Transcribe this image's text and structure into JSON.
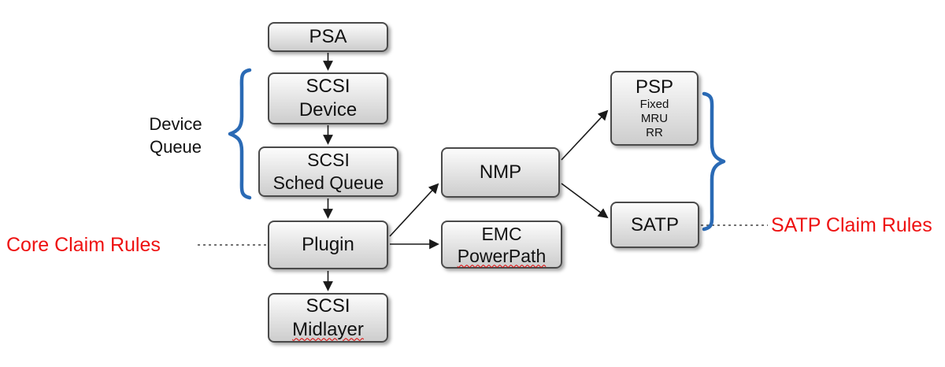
{
  "boxes": {
    "psa": {
      "lines": [
        "PSA"
      ]
    },
    "scsi_device": {
      "lines": [
        "SCSI",
        "Device"
      ]
    },
    "scsi_sched_queue": {
      "lines": [
        "SCSI",
        "Sched Queue"
      ]
    },
    "plugin": {
      "lines": [
        "Plugin"
      ]
    },
    "scsi_midlayer": {
      "lines": [
        "SCSI",
        "Midlayer"
      ]
    },
    "nmp": {
      "lines": [
        "NMP"
      ]
    },
    "emc_powerpath": {
      "lines": [
        "EMC",
        "PowerPath"
      ]
    },
    "psp": {
      "title": "PSP",
      "options": [
        "Fixed",
        "MRU",
        "RR"
      ]
    },
    "satp": {
      "lines": [
        "SATP"
      ]
    }
  },
  "annotations": {
    "device_queue": {
      "lines": [
        "Device",
        "Queue"
      ]
    },
    "core_claim_rules": "Core Claim Rules",
    "satp_claim_rules": "SATP Claim Rules"
  },
  "edges": [
    {
      "from": "PSA",
      "to": "SCSI Device"
    },
    {
      "from": "SCSI Device",
      "to": "SCSI Sched Queue"
    },
    {
      "from": "SCSI Sched Queue",
      "to": "Plugin"
    },
    {
      "from": "Plugin",
      "to": "SCSI Midlayer"
    },
    {
      "from": "Plugin",
      "to": "NMP"
    },
    {
      "from": "Plugin",
      "to": "EMC PowerPath"
    },
    {
      "from": "NMP",
      "to": "PSP"
    },
    {
      "from": "NMP",
      "to": "SATP"
    }
  ],
  "dashed_links": [
    {
      "from": "Core Claim Rules",
      "to": "Plugin"
    },
    {
      "from": "SATP",
      "to": "SATP Claim Rules"
    }
  ],
  "colors": {
    "annotation_red": "#ee1111",
    "brace_blue": "#2a6ab5",
    "box_border": "#4a4a4a",
    "arrow_black": "#1a1a1a"
  }
}
